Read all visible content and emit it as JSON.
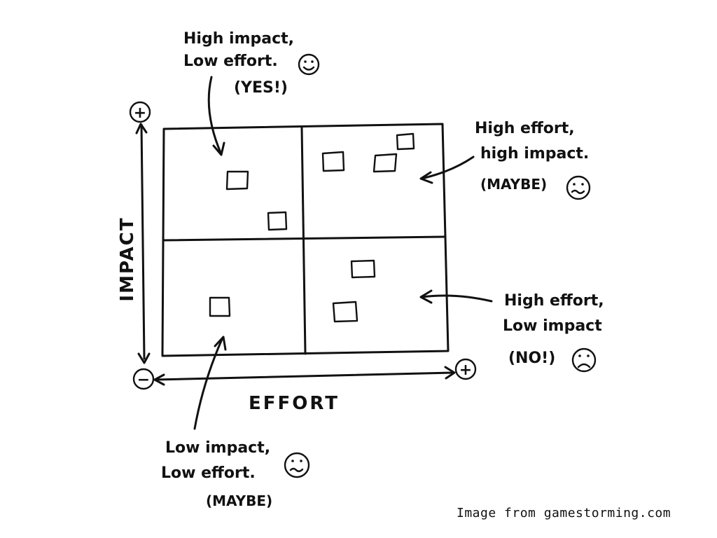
{
  "axes": {
    "y_label": "IMPACT",
    "x_label": "EFFORT",
    "plus": "+",
    "minus": "−"
  },
  "annotations": {
    "top_left": {
      "line1": "High impact,",
      "line2": "Low effort.",
      "line3": "(YES!)",
      "face": "happy"
    },
    "top_right": {
      "line1": "High effort,",
      "line2": "high impact.",
      "line3": "(MAYBE)",
      "face": "wavy"
    },
    "bottom_right": {
      "line1": "High effort,",
      "line2": "Low impact",
      "line3": "(NO!)",
      "face": "sad"
    },
    "bottom_left": {
      "line1": "Low impact,",
      "line2": "Low effort.",
      "line3": "(MAYBE)",
      "face": "wavy"
    }
  },
  "credit": "Image from gamestorming.com"
}
